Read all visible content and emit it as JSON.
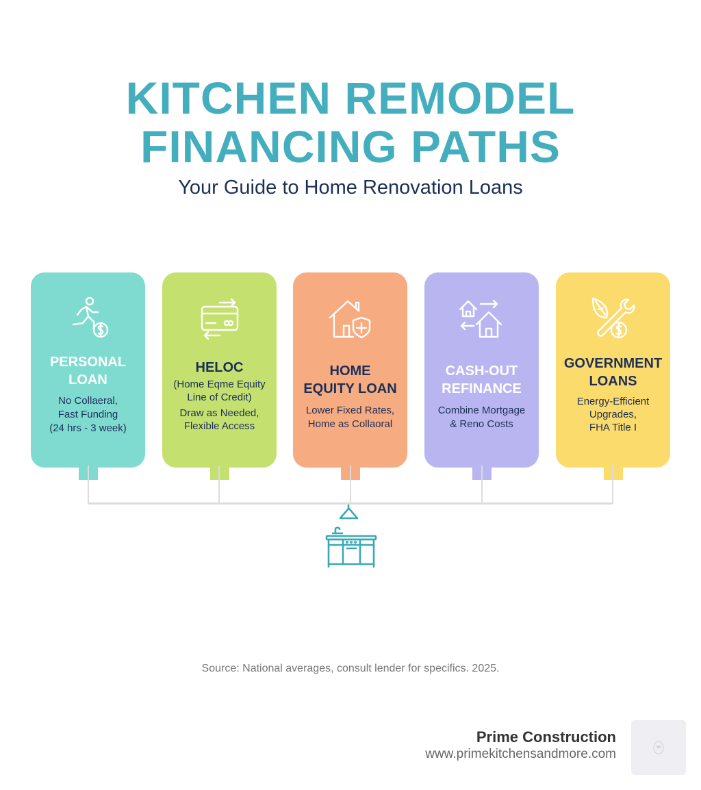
{
  "header": {
    "title_line1": "KITCHEN REMODEL",
    "title_line2": "FINANCING PATHS",
    "subtitle": "Your Guide to Home Renovation Loans"
  },
  "colors": {
    "title": "#45aebe",
    "subtitle": "#1d2f57",
    "connector": "#dcdcdc",
    "kitchen_icon": "#3aa9b6"
  },
  "cards": [
    {
      "heading": "PERSONAL LOAN",
      "heading_line1": "PERSONAL",
      "heading_line2": "LOAN",
      "subheading": "",
      "desc_line1": "No Collaeral,",
      "desc_line2": "Fast Funding",
      "desc_line3": "(24 hrs - 3 week)",
      "icon": "running-person-dollar-icon",
      "color": "#7fdbd0",
      "heading_color": "#ffffff"
    },
    {
      "heading": "HELOC",
      "heading_line1": "HELOC",
      "heading_line2": "",
      "sub_line1": "(Home Eqme Equity",
      "sub_line2": "Line of Credit)",
      "desc_line1": "Draw as Needed,",
      "desc_line2": "Flexible Access",
      "desc_line3": "",
      "icon": "credit-card-arrows-icon",
      "color": "#c4e06f",
      "heading_color": "#1d2f57"
    },
    {
      "heading": "HOME EQUITY LOAN",
      "heading_line1": "HOME",
      "heading_line2": "EQUITY LOAN",
      "desc_line1": "Lower Fixed Rates,",
      "desc_line2": "Home as Collaoral",
      "desc_line3": "",
      "icon": "house-shield-icon",
      "color": "#f7ab80",
      "heading_color": "#1d2f57"
    },
    {
      "heading": "CASH-OUT REFINANCE",
      "heading_line1": "CASH-OUT",
      "heading_line2": "REFINANCE",
      "desc_line1": "Combine Mortgage",
      "desc_line2": "& Reno Costs",
      "desc_line3": "",
      "icon": "houses-exchange-icon",
      "color": "#b8b5f0",
      "heading_color": "#ffffff"
    },
    {
      "heading": "GOVERNMENT LOANS",
      "heading_line1": "GOVERNMENT",
      "heading_line2": "LOANS",
      "desc_line1": "Energy-Efficient",
      "desc_line2": "Upgrades,",
      "desc_line3": "FHA Title I",
      "icon": "leaf-wrench-dollar-icon",
      "color": "#fbdb6c",
      "heading_color": "#1d2f57"
    }
  ],
  "center_icon": "kitchen-icon",
  "footer": {
    "source": "Source: National averages, consult lender for specifics. 2025.",
    "brand_name": "Prime Construction",
    "brand_url": "www.primekitchensandmore.com",
    "logo_icon": "logo-placeholder-icon"
  }
}
